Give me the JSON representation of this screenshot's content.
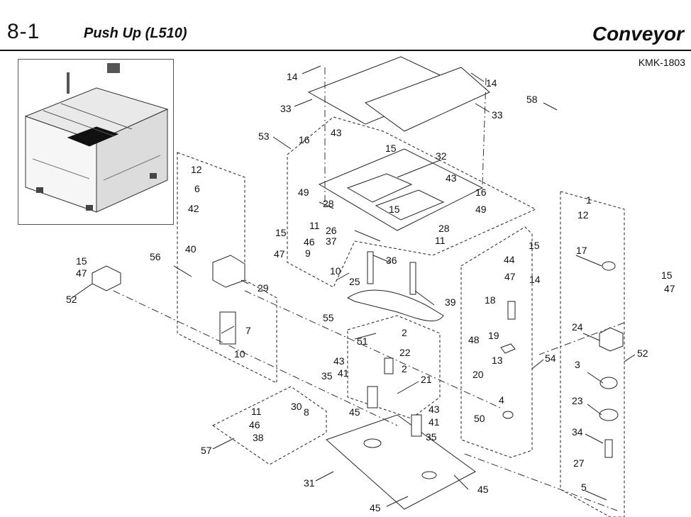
{
  "header": {
    "section_number": "8-1",
    "title": "Push Up (L510)",
    "section": "Conveyor"
  },
  "doc_code": "KMK-1803",
  "callouts": [
    {
      "id": "c01",
      "label": "14"
    },
    {
      "id": "c02",
      "label": "14"
    },
    {
      "id": "c03",
      "label": "33"
    },
    {
      "id": "c04",
      "label": "33"
    },
    {
      "id": "c05",
      "label": "58"
    },
    {
      "id": "c06",
      "label": "53"
    },
    {
      "id": "c07",
      "label": "43"
    },
    {
      "id": "c08",
      "label": "16"
    },
    {
      "id": "c09",
      "label": "15"
    },
    {
      "id": "c10",
      "label": "32"
    },
    {
      "id": "c11",
      "label": "43"
    },
    {
      "id": "c12",
      "label": "16"
    },
    {
      "id": "c13",
      "label": "49"
    },
    {
      "id": "c14",
      "label": "28"
    },
    {
      "id": "c15",
      "label": "15"
    },
    {
      "id": "c16",
      "label": "49"
    },
    {
      "id": "c17",
      "label": "11"
    },
    {
      "id": "c18",
      "label": "26"
    },
    {
      "id": "c19",
      "label": "28"
    },
    {
      "id": "c20",
      "label": "46"
    },
    {
      "id": "c21",
      "label": "37"
    },
    {
      "id": "c22",
      "label": "11"
    },
    {
      "id": "c23",
      "label": "9"
    },
    {
      "id": "c24",
      "label": "36"
    },
    {
      "id": "c25",
      "label": "10"
    },
    {
      "id": "c26",
      "label": "25"
    },
    {
      "id": "c27",
      "label": "39"
    },
    {
      "id": "c28",
      "label": "12"
    },
    {
      "id": "c29",
      "label": "6"
    },
    {
      "id": "c30",
      "label": "42"
    },
    {
      "id": "c31",
      "label": "15"
    },
    {
      "id": "c32",
      "label": "47"
    },
    {
      "id": "c33",
      "label": "56"
    },
    {
      "id": "c34",
      "label": "40"
    },
    {
      "id": "c35",
      "label": "29"
    },
    {
      "id": "c36",
      "label": "7"
    },
    {
      "id": "c37",
      "label": "10"
    },
    {
      "id": "c38",
      "label": "15"
    },
    {
      "id": "c39",
      "label": "47"
    },
    {
      "id": "c40",
      "label": "52"
    },
    {
      "id": "c41",
      "label": "55"
    },
    {
      "id": "c42",
      "label": "51"
    },
    {
      "id": "c43",
      "label": "2"
    },
    {
      "id": "c44",
      "label": "22"
    },
    {
      "id": "c45",
      "label": "43"
    },
    {
      "id": "c46",
      "label": "2"
    },
    {
      "id": "c47",
      "label": "35"
    },
    {
      "id": "c48",
      "label": "41"
    },
    {
      "id": "c49",
      "label": "21"
    },
    {
      "id": "c50",
      "label": "45"
    },
    {
      "id": "c51",
      "label": "43"
    },
    {
      "id": "c52",
      "label": "41"
    },
    {
      "id": "c53",
      "label": "35"
    },
    {
      "id": "c54",
      "label": "11"
    },
    {
      "id": "c55",
      "label": "30"
    },
    {
      "id": "c56",
      "label": "8"
    },
    {
      "id": "c57",
      "label": "46"
    },
    {
      "id": "c58",
      "label": "38"
    },
    {
      "id": "c59",
      "label": "57"
    },
    {
      "id": "c60",
      "label": "31"
    },
    {
      "id": "c61",
      "label": "45"
    },
    {
      "id": "c62",
      "label": "45"
    },
    {
      "id": "c63",
      "label": "15"
    },
    {
      "id": "c64",
      "label": "44"
    },
    {
      "id": "c65",
      "label": "47"
    },
    {
      "id": "c66",
      "label": "14"
    },
    {
      "id": "c67",
      "label": "18"
    },
    {
      "id": "c68",
      "label": "19"
    },
    {
      "id": "c69",
      "label": "48"
    },
    {
      "id": "c70",
      "label": "13"
    },
    {
      "id": "c71",
      "label": "54"
    },
    {
      "id": "c72",
      "label": "20"
    },
    {
      "id": "c73",
      "label": "4"
    },
    {
      "id": "c74",
      "label": "50"
    },
    {
      "id": "c75",
      "label": "1"
    },
    {
      "id": "c76",
      "label": "12"
    },
    {
      "id": "c77",
      "label": "17"
    },
    {
      "id": "c78",
      "label": "15"
    },
    {
      "id": "c79",
      "label": "47"
    },
    {
      "id": "c80",
      "label": "24"
    },
    {
      "id": "c81",
      "label": "52"
    },
    {
      "id": "c82",
      "label": "3"
    },
    {
      "id": "c83",
      "label": "23"
    },
    {
      "id": "c84",
      "label": "34"
    },
    {
      "id": "c85",
      "label": "27"
    },
    {
      "id": "c86",
      "label": "5"
    }
  ]
}
